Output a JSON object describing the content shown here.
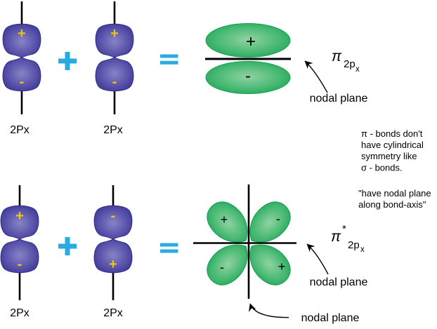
{
  "colors": {
    "purple_light": "#8883C6",
    "purple_mid": "#655FB2",
    "purple_deep": "#4A44A0",
    "purple_edge": "#3F3999",
    "purple_stroke": "#312B88",
    "green_light": "#90D2A2",
    "green_mid": "#4FBC78",
    "green_edge": "#1CA456",
    "green_stroke": "#17A050",
    "cyan": "#29ABE2",
    "yellow": "#E8C517"
  },
  "operators": {
    "plus": "+",
    "equals": "="
  },
  "row1": {
    "orbital1": {
      "top_sign": "+",
      "bottom_sign": "-",
      "label": "2Px"
    },
    "orbital2": {
      "top_sign": "+",
      "bottom_sign": "-",
      "label": "2Px"
    },
    "result": {
      "top_sign": "+",
      "bottom_sign": "-"
    },
    "mo_label": {
      "pi": "π",
      "sub": "2p",
      "subsub": "x"
    },
    "nodal_plane": "nodal plane"
  },
  "row2": {
    "orbital1": {
      "top_sign": "+",
      "bottom_sign": "-",
      "label": "2Px"
    },
    "orbital2": {
      "top_sign": "-",
      "bottom_sign": "+",
      "label": "2Px"
    },
    "result": {
      "ul_sign": "+",
      "ur_sign": "-",
      "ll_sign": "-",
      "lr_sign": "+"
    },
    "mo_label": {
      "pi": "π",
      "star": "*",
      "sub": "2p",
      "subsub": "x"
    },
    "nodal_plane_right": "nodal plane",
    "nodal_plane_bottom": "nodal plane"
  },
  "notes": {
    "line1": "π - bonds don't",
    "line2": "have cylindrical",
    "line3": "symmetry like",
    "line4": "σ  - bonds.",
    "line5": "\"have nodal plane",
    "line6": "along bond-axis\""
  }
}
